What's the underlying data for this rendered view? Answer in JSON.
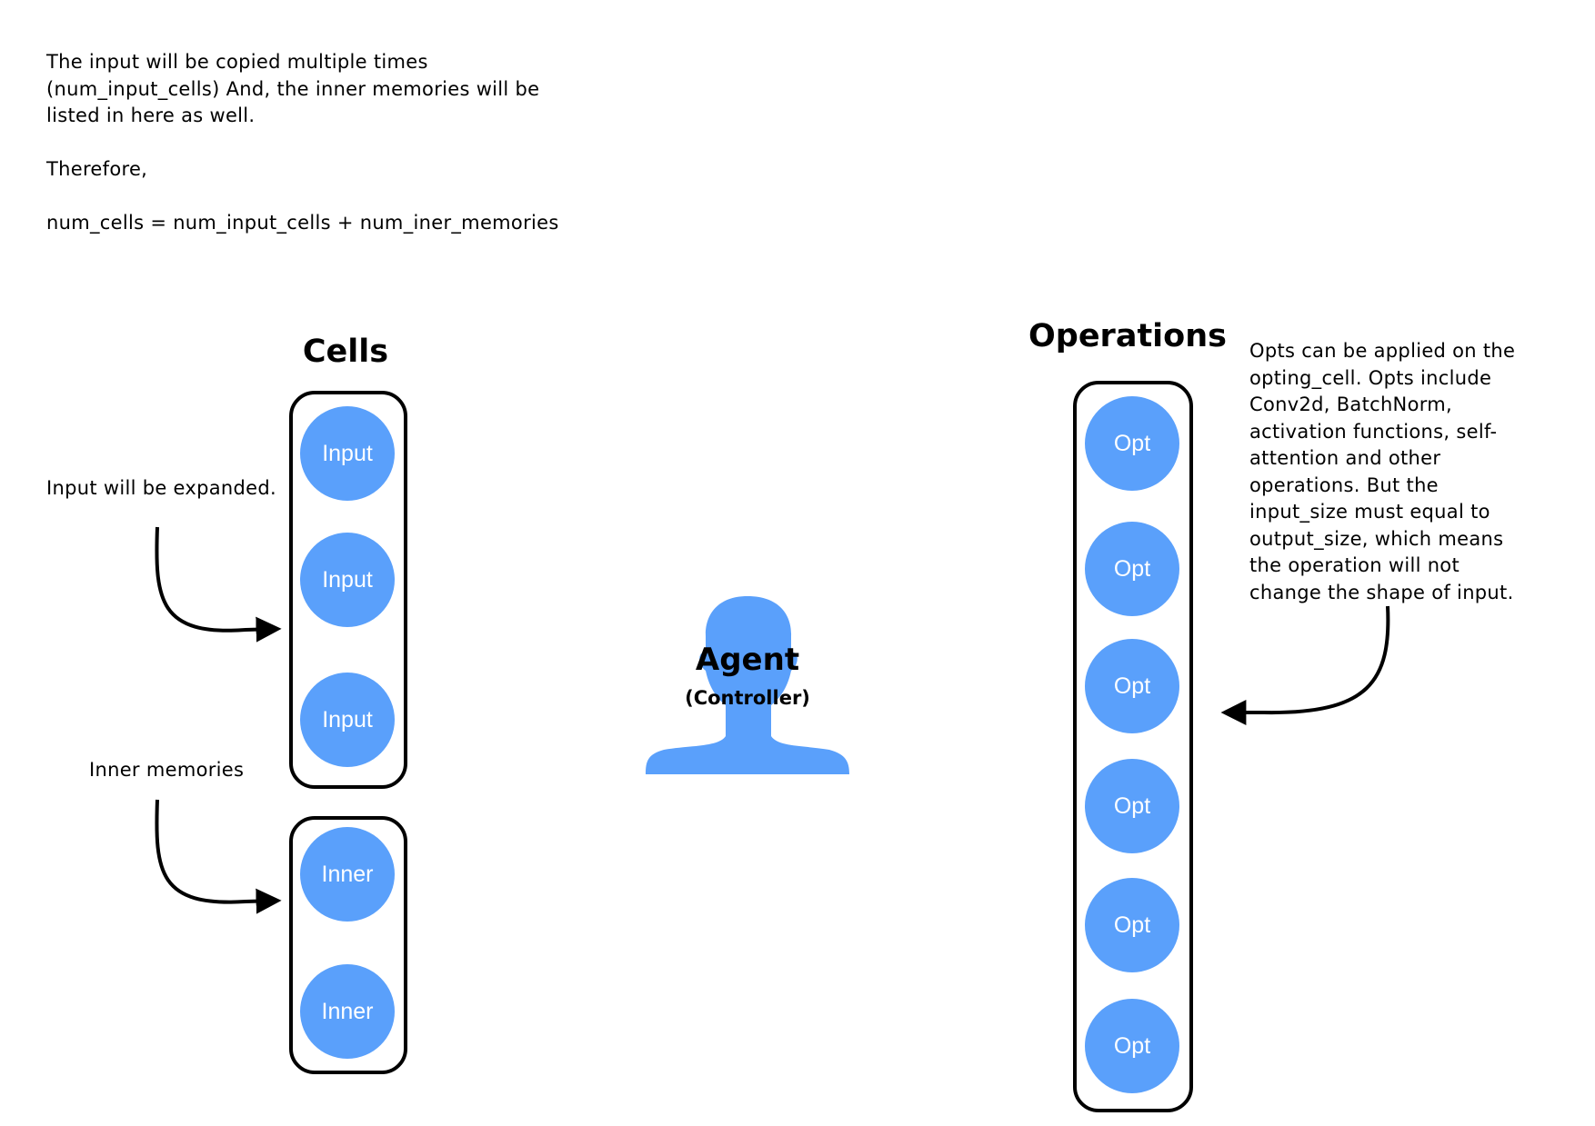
{
  "intro": {
    "lines": [
      "The input will be copied multiple times",
      "(num_input_cells) And, the inner memories will be",
      "listed in here as well.",
      "",
      "Therefore,",
      "",
      "num_cells = num_input_cells + num_iner_memories"
    ]
  },
  "cells": {
    "title": "Cells",
    "input_nodes": [
      "Input",
      "Input",
      "Input"
    ],
    "inner_nodes": [
      "Inner",
      "Inner"
    ]
  },
  "annotations": {
    "input_expanded": "Input will be expanded.",
    "inner_memories": "Inner memories"
  },
  "agent": {
    "title": "Agent",
    "subtitle": "(Controller)"
  },
  "operations": {
    "title": "Operations",
    "nodes": [
      "Opt",
      "Opt",
      "Opt",
      "Opt",
      "Opt",
      "Opt"
    ],
    "note_lines": [
      "Opts can be applied on the",
      "opting_cell. Opts include",
      "Conv2d, BatchNorm,",
      "activation functions, self-",
      "attention and other",
      "operations. But the",
      "input_size must equal to",
      "output_size, which means",
      "the operation will not",
      "change the shape of input."
    ]
  },
  "colors": {
    "node_fill": "#5aa0fb",
    "node_text": "#ffffff",
    "outline": "#000000"
  }
}
